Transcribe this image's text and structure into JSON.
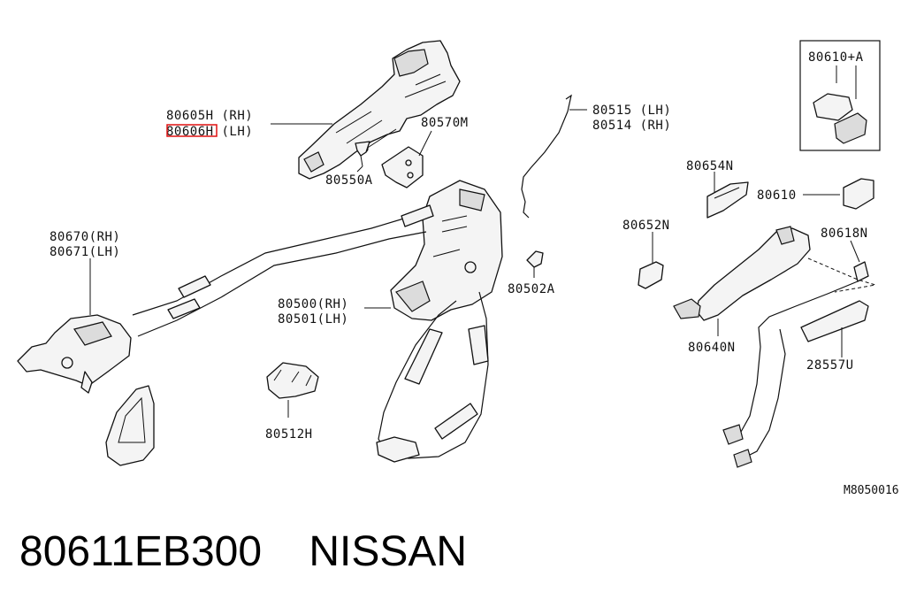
{
  "diagram": {
    "labels": {
      "handle_frame": [
        "80605H (RH)",
        "80606H (LH)"
      ],
      "bracket_80570M": "80570M",
      "screw_80550A": "80550A",
      "rod": [
        "80515 (LH)",
        "80514 (RH)"
      ],
      "kit_80610A": "80610+A",
      "part_80654N": "80654N",
      "part_80610": "80610",
      "part_80652N": "80652N",
      "part_80618N": "80618N",
      "outside_handle": "80640N",
      "sensor_harness": "28557U",
      "clip_80502A": "80502A",
      "lock_actuator": [
        "80500(RH)",
        "80501(LH)"
      ],
      "inside_handle": [
        "80670(RH)",
        "80671(LH)"
      ],
      "clip_80512H": "80512H"
    },
    "figure_ref": "M8050016",
    "highlighted_part": "80606H"
  },
  "footer": {
    "part_number": "80611EB300",
    "brand": "NISSAN",
    "text": "80611EB300    NISSAN"
  }
}
